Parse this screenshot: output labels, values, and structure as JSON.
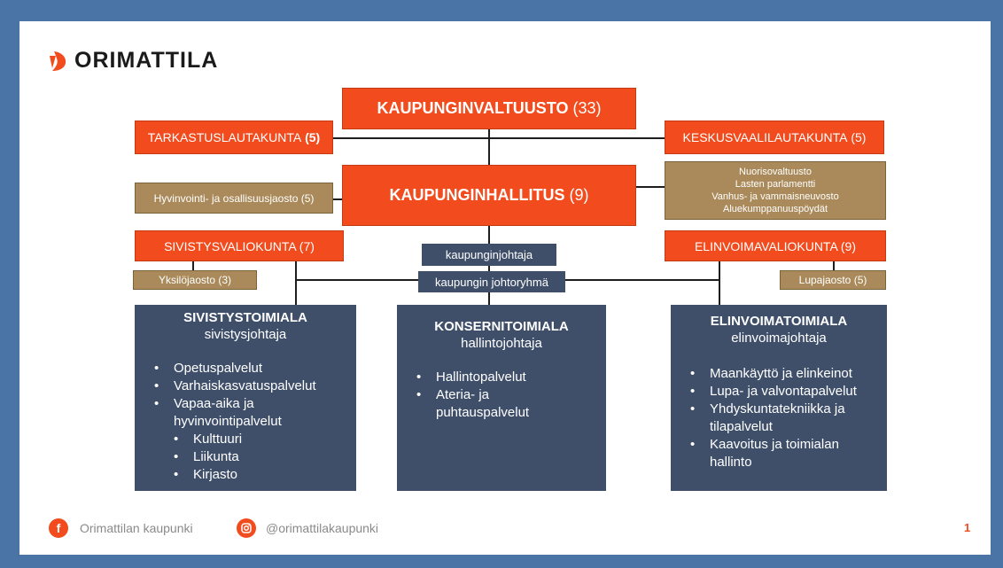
{
  "brand": {
    "logo_text": "ORIMATTILA",
    "accent_color": "#f24b1d",
    "frame_color": "#4a73a6",
    "navy_color": "#3f4f6a",
    "tan_color": "#aa8a5a"
  },
  "council": {
    "name": "KAUPUNGINVALTUUSTO",
    "count": "(33)"
  },
  "audit": {
    "name": "TARKASTUSLAUTAKUNTA",
    "count": "(5)"
  },
  "election": {
    "name": "KESKUSVAALILAUTAKUNTA",
    "count": "(5)"
  },
  "board": {
    "name": "KAUPUNGINHALLITUS",
    "count": "(9)"
  },
  "wellbeing_section": {
    "label": "Hyvinvointi- ja osallisuusjaosto (5)"
  },
  "advisory": [
    "Nuorisovaltuusto",
    "Lasten parlamentti",
    "Vanhus- ja vammaisneuvosto",
    "Aluekumppanuuspöydät"
  ],
  "education_committee": {
    "label": "SIVISTYSVALIOKUNTA (7)"
  },
  "vitality_committee": {
    "label": "ELINVOIMAVALIOKUNTA (9)"
  },
  "individual_section": {
    "label": "Yksilöjaosto (3)"
  },
  "permit_section": {
    "label": "Lupajaosto (5)"
  },
  "mayor": {
    "label": "kaupunginjohtaja"
  },
  "management_group": {
    "label": "kaupungin johtoryhmä"
  },
  "departments": {
    "education": {
      "title": "SIVISTYSTOIMIALA",
      "director": "sivistysjohtaja",
      "items": [
        "Opetuspalvelut",
        "Varhaiskasvatuspalvelut",
        "Vapaa-aika ja hyvinvointipalvelut"
      ],
      "subitems": [
        "Kulttuuri",
        "Liikunta",
        "Kirjasto"
      ]
    },
    "group": {
      "title": "KONSERNITOIMIALA",
      "director": "hallintojohtaja",
      "items": [
        "Hallintopalvelut",
        "Ateria- ja puhtauspalvelut"
      ]
    },
    "vitality": {
      "title": "ELINVOIMATOIMIALA",
      "director": "elinvoimajohtaja",
      "items": [
        "Maankäyttö ja elinkeinot",
        "Lupa- ja valvontapalvelut",
        "Yhdyskuntatekniikka ja tilapalvelut",
        "Kaavoitus ja toimialan hallinto"
      ]
    }
  },
  "footer": {
    "facebook_icon": "facebook-icon",
    "facebook": "Orimattilan kaupunki",
    "instagram_icon": "instagram-icon",
    "instagram": "@orimattilakaupunki",
    "page_number": "1"
  }
}
